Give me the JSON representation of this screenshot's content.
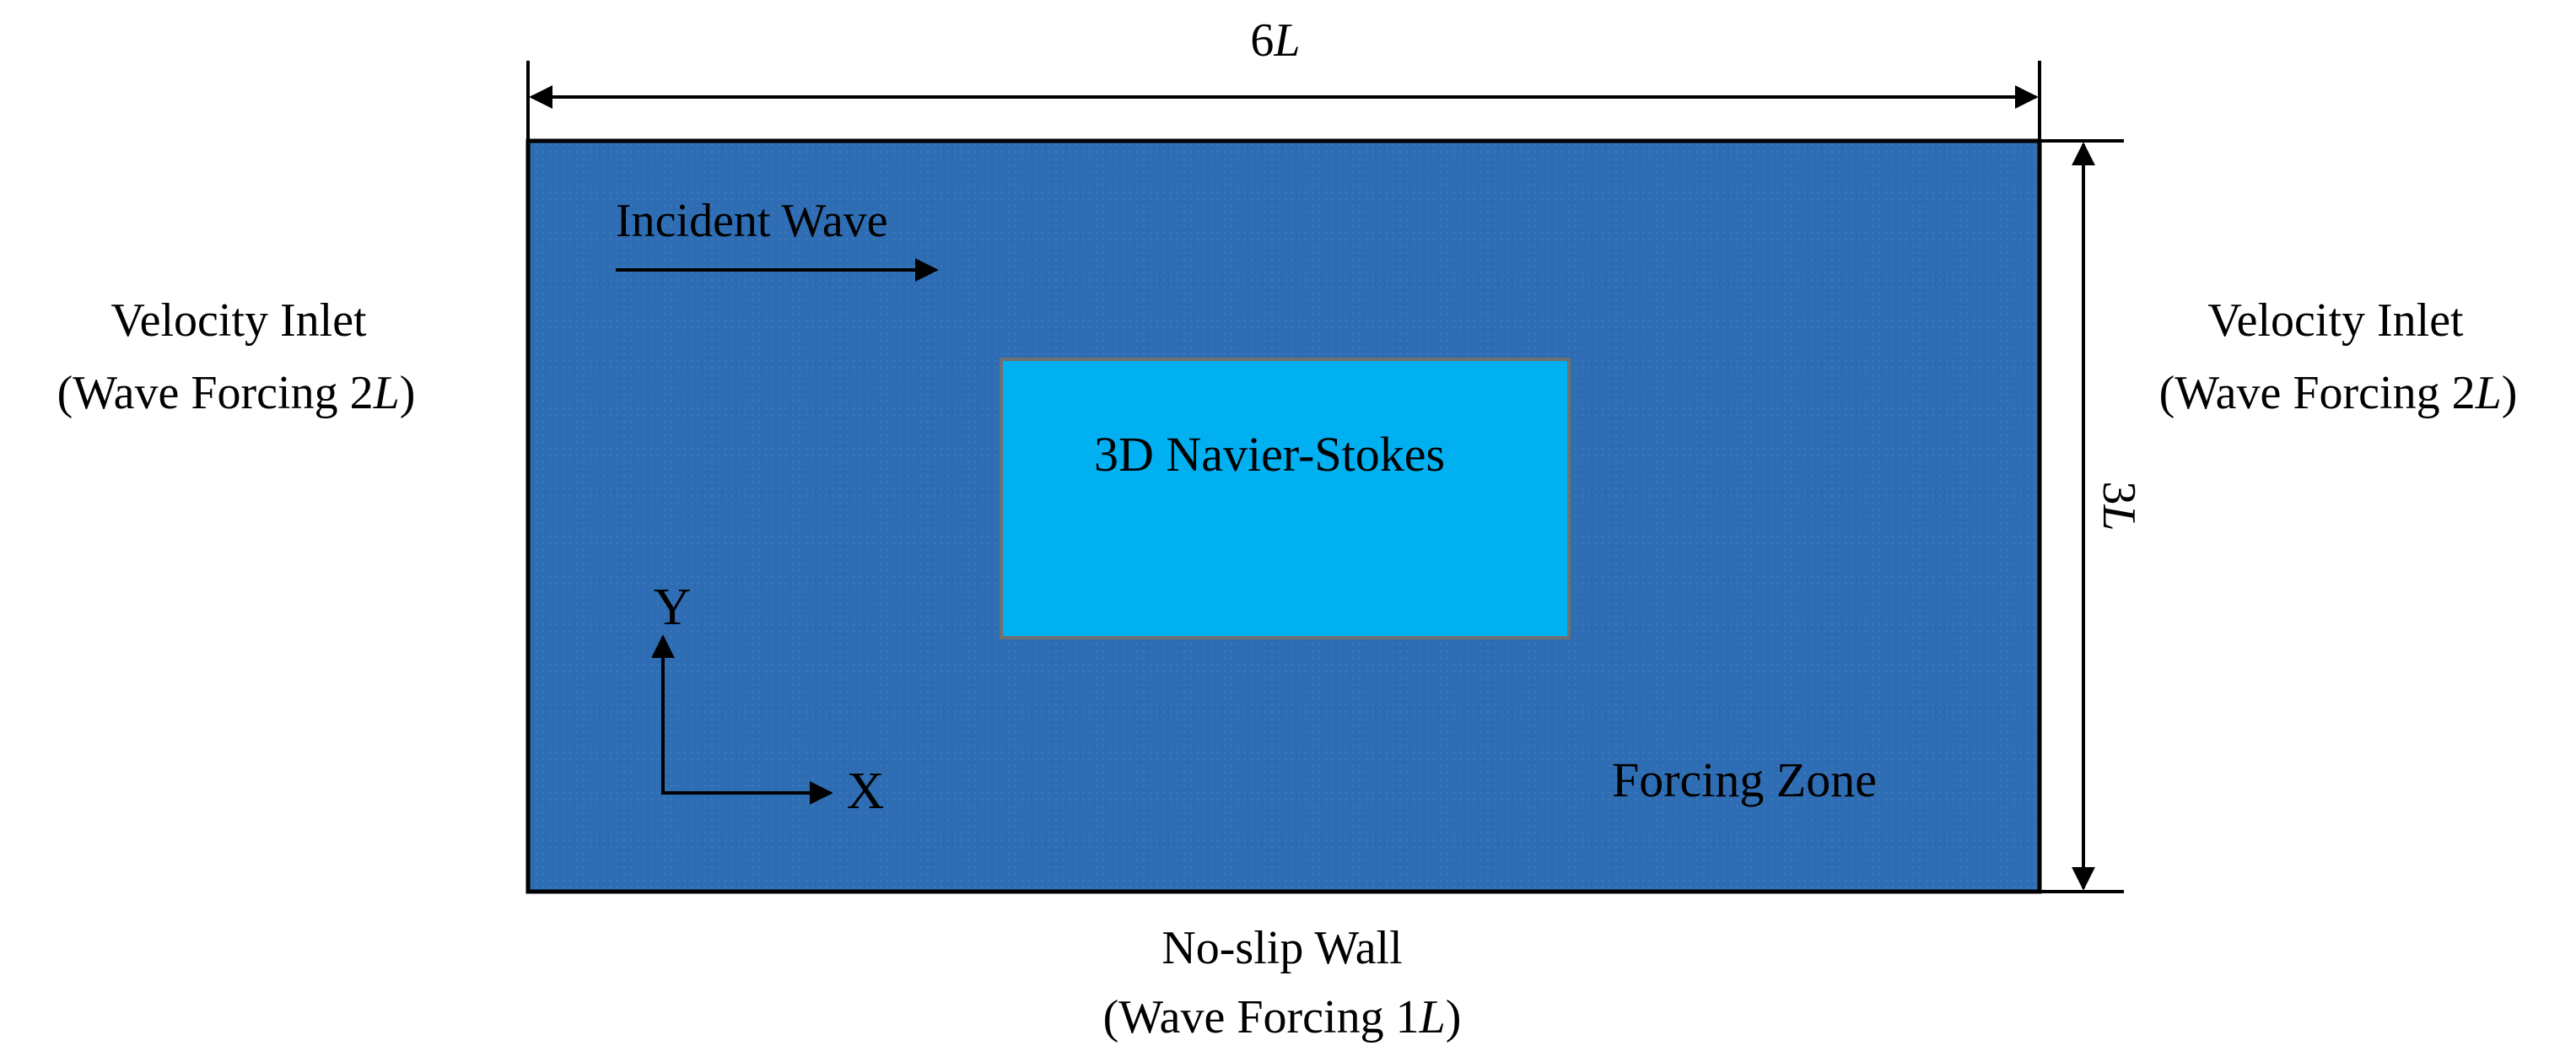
{
  "dimensions": {
    "width": {
      "value": "6",
      "unit": "L"
    },
    "height": {
      "value": "3",
      "unit": "L"
    }
  },
  "regions": {
    "outer": {
      "color": "#2e6db3",
      "label": "Forcing Zone"
    },
    "inner": {
      "color": "#00b0f0",
      "border": "#707070",
      "label": "3D Navier-Stokes"
    }
  },
  "annotations": {
    "incident_wave": "Incident Wave"
  },
  "boundaries": {
    "left": {
      "line1": "Velocity Inlet",
      "line2_prefix": "(Wave Forcing ",
      "line2_value": "2",
      "line2_unit": "L",
      "line2_suffix": ")"
    },
    "right": {
      "line1": "Velocity Inlet",
      "line2_prefix": "(Wave Forcing ",
      "line2_value": "2",
      "line2_unit": "L",
      "line2_suffix": ")"
    },
    "bottom": {
      "line1": "No-slip Wall",
      "line2_prefix": "(Wave Forcing ",
      "line2_value": "1",
      "line2_unit": "L",
      "line2_suffix": ")"
    }
  },
  "axes": {
    "x": "X",
    "y": "Y"
  }
}
